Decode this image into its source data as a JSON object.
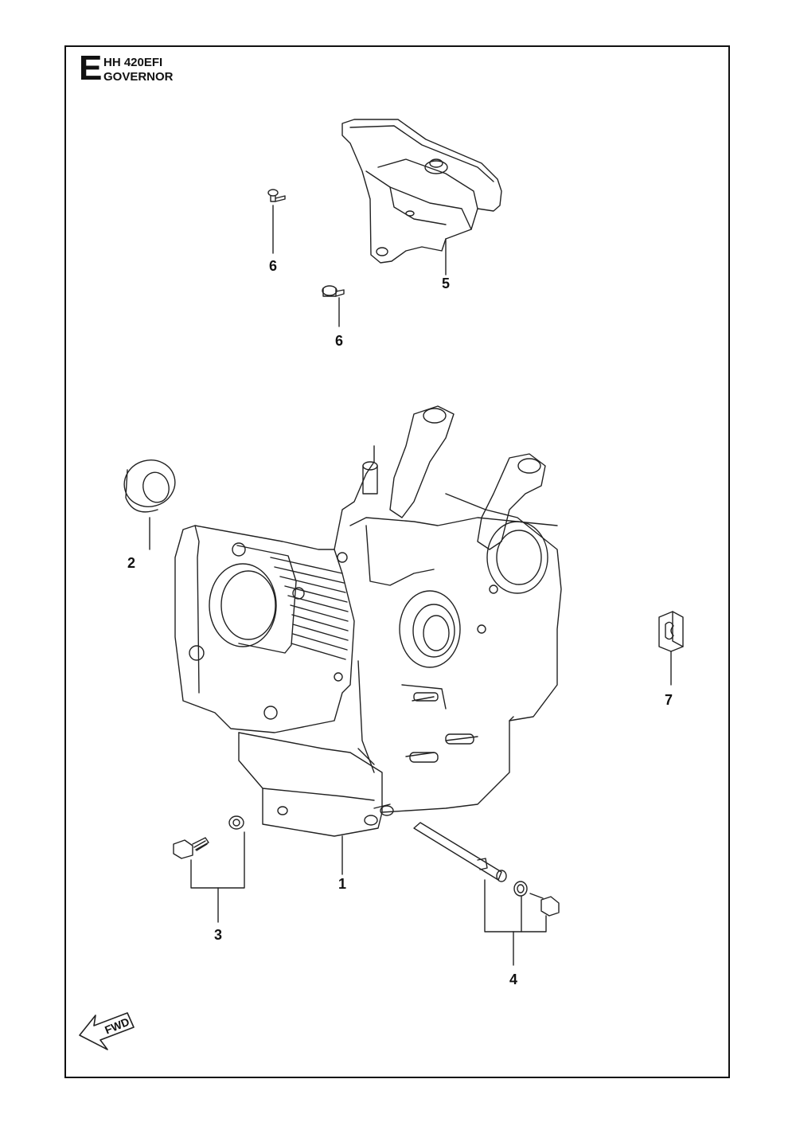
{
  "header": {
    "section_letter": "E",
    "model": "HH 420EFI",
    "title": "GOVERNOR"
  },
  "callouts": {
    "c1": "1",
    "c2": "2",
    "c3": "3",
    "c4": "4",
    "c5": "5",
    "c6a": "6",
    "c6b": "6",
    "c7": "7"
  },
  "direction_arrow": {
    "label": "FWD"
  },
  "colors": {
    "line": "#222222",
    "background": "#ffffff"
  }
}
